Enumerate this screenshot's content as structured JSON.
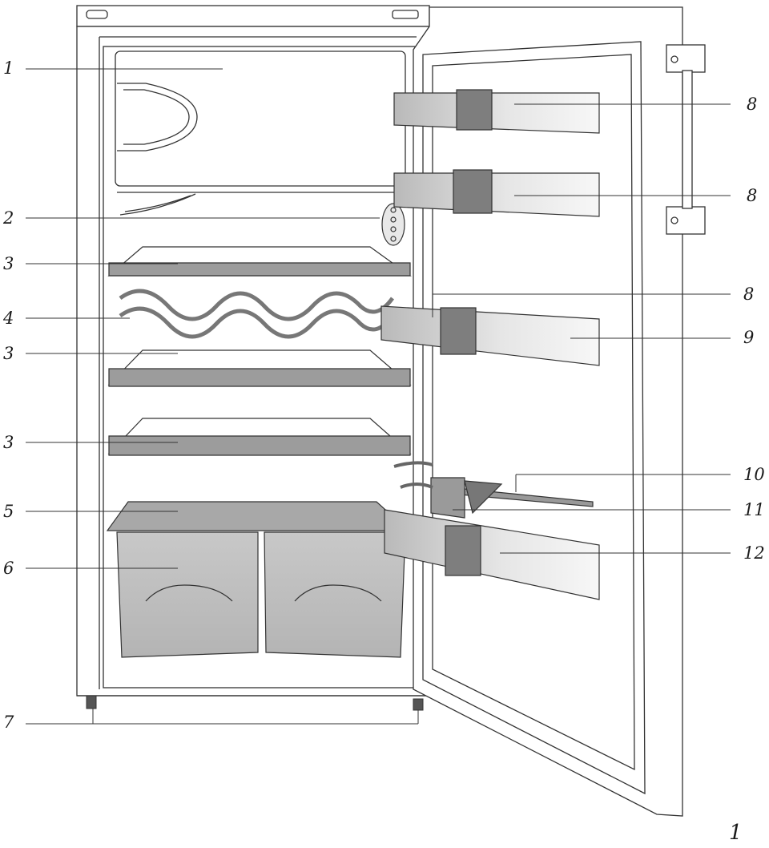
{
  "callouts": {
    "left": [
      "1",
      "2",
      "3",
      "4",
      "3",
      "3",
      "5",
      "6",
      "7"
    ],
    "right": [
      "8",
      "8",
      "8",
      "9",
      "10",
      "11",
      "12"
    ]
  },
  "page_number": "1"
}
